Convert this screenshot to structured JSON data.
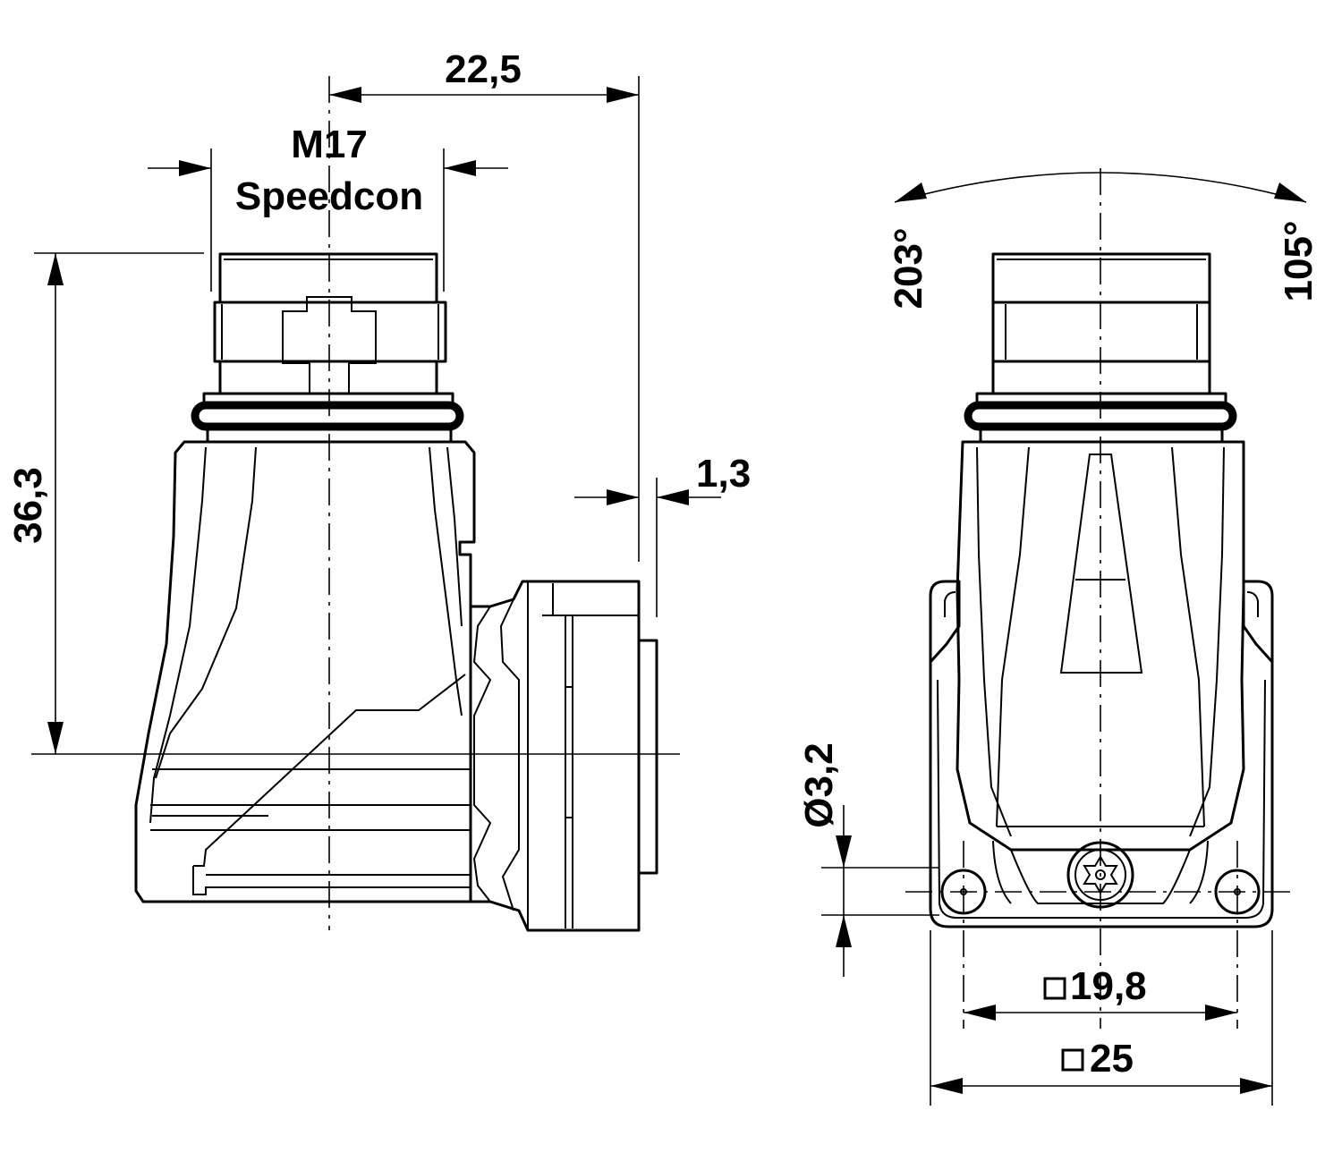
{
  "dimensions": {
    "width_total": "22,5",
    "thread_size": "M17",
    "thread_type": "Speedcon",
    "height": "36,3",
    "offset": "1,3",
    "rotation_left": "203°",
    "rotation_right": "105°",
    "hole_diameter": "Ø3,2",
    "hole_spacing": "19,8",
    "flange_size": "25"
  },
  "colors": {
    "line": "#000000",
    "background": "#ffffff"
  },
  "icons": {
    "square_symbol": "square-outline-icon"
  }
}
